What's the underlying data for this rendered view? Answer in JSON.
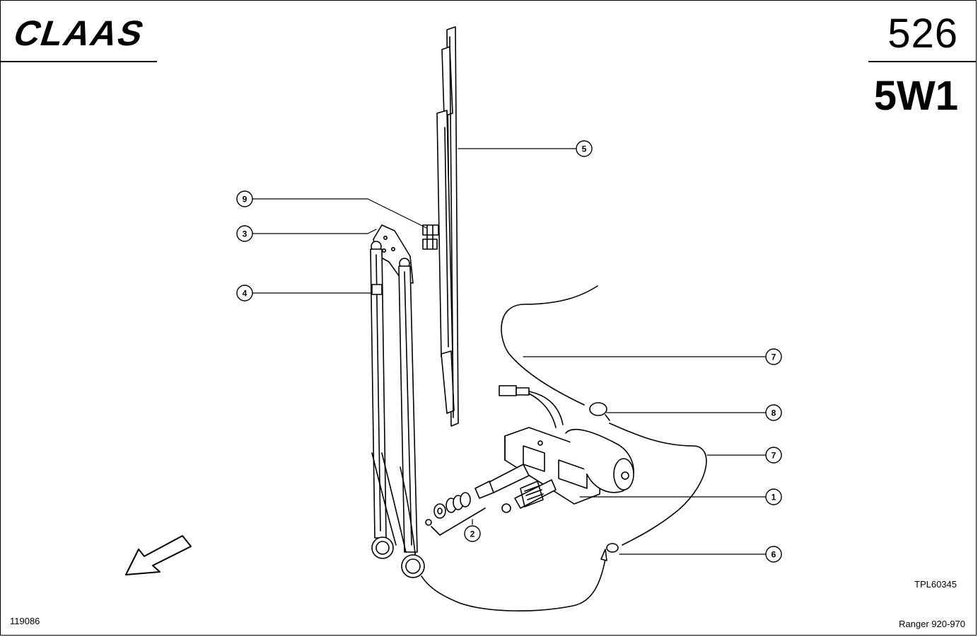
{
  "header": {
    "brand": "CLAAS",
    "page_number": "526",
    "section_code": "5W1"
  },
  "footer": {
    "image_code": "TPL60345",
    "doc_number": "119086",
    "model_range": "Ranger 920-970"
  },
  "callouts": [
    "5",
    "9",
    "3",
    "4",
    "7",
    "8",
    "7",
    "1",
    "2",
    "6"
  ],
  "icons": {
    "brand": "claas-logo",
    "direction": "forward-direction-arrow-icon"
  },
  "colors": {
    "ink": "#000000",
    "paper": "#ffffff"
  }
}
